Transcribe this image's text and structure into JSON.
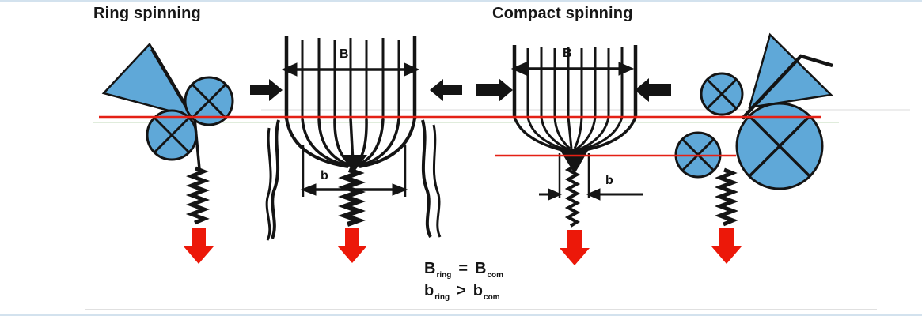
{
  "titles": {
    "ring": "Ring spinning",
    "compact": "Compact spinning"
  },
  "labels": {
    "ring_top_width": "B",
    "ring_bottom_width": "b",
    "compact_top_width": "B",
    "compact_bottom_width": "b"
  },
  "equations": {
    "width_equality": {
      "lhs": "B",
      "lhs_sub": "ring",
      "op": "=",
      "rhs": "B",
      "rhs_sub": "com"
    },
    "triangle_inequality": {
      "lhs": "b",
      "lhs_sub": "ring",
      "op": ">",
      "rhs": "b",
      "rhs_sub": "com"
    }
  },
  "colors": {
    "roller_fill": "#5fa8d8",
    "ink": "#141414",
    "nip_line_red": "#e42015",
    "delivery_arrow_red": "#ec1809",
    "background": "#ffffff"
  }
}
